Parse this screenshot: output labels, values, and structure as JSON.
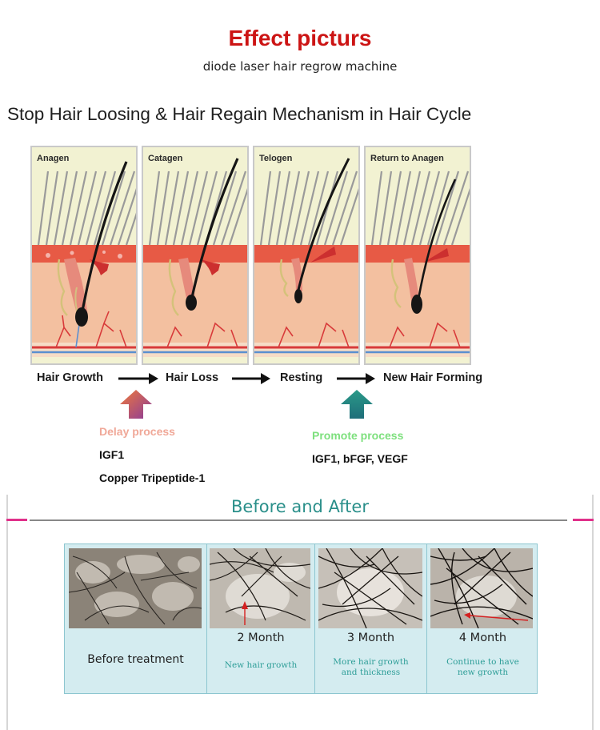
{
  "header": {
    "title": "Effect picturs",
    "subtitle": "diode laser hair regrow machine"
  },
  "mechanism": {
    "title": "Stop Hair Loosing & Hair Regain Mechanism in Hair Cycle",
    "panels": [
      "Anagen",
      "Catagen",
      "Telogen",
      "Return to Anagen"
    ],
    "stages": [
      "Hair Growth",
      "Hair Loss",
      "Resting",
      "New Hair Forming"
    ],
    "delay": {
      "label": "Delay process",
      "color": "#f0a898",
      "factors": [
        "IGF1",
        "Copper Tripeptide-1"
      ]
    },
    "promote": {
      "label": "Promote process",
      "color": "#7ee07e",
      "factors": [
        "IGF1, bFGF, VEGF"
      ]
    }
  },
  "before_after": {
    "title": "Before and After",
    "accent": "#e0308a",
    "before_label": "Before treatment",
    "columns": [
      {
        "month": "2 Month",
        "caption": [
          "New hair growth"
        ]
      },
      {
        "month": "3 Month",
        "caption": [
          "More hair growth",
          "and thickness"
        ]
      },
      {
        "month": "4 Month",
        "caption": [
          "Continue to have",
          "new growth"
        ]
      }
    ]
  }
}
